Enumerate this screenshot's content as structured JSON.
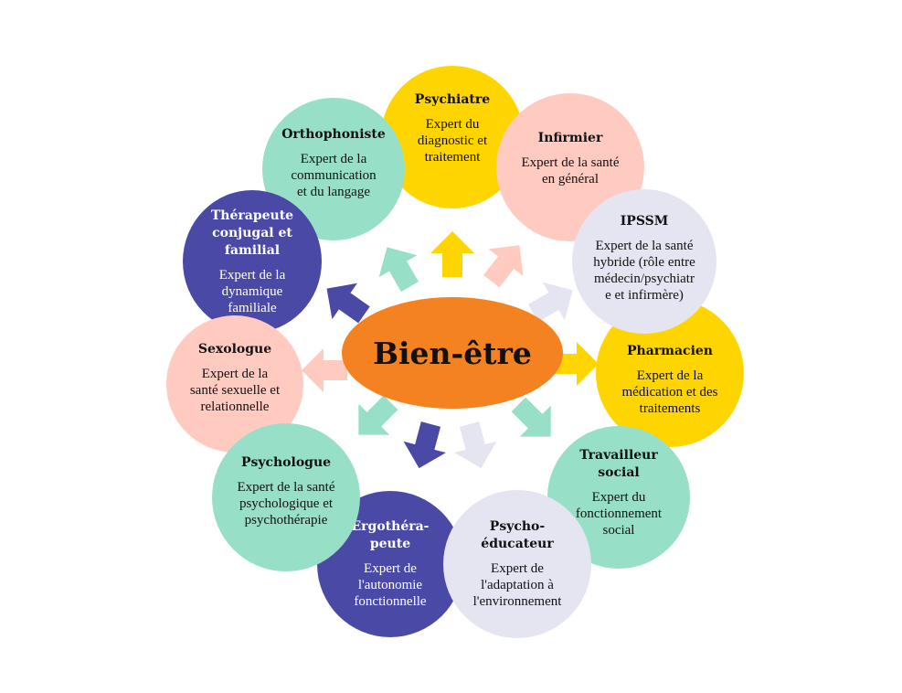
{
  "center": {
    "label": "Bien-être",
    "color": "#F58220"
  },
  "colors": {
    "yellow": "#FFD500",
    "pink": "#FFCBC1",
    "lavender": "#E5E5F2",
    "mint": "#97DFC6",
    "indigo": "#4A4AA6"
  },
  "professionals": [
    {
      "title": "Psychiatre",
      "description": "Expert du\ndiagnostic et\ntraitement"
    },
    {
      "title": "Infirmier",
      "description": "Expert de la santé\nen général"
    },
    {
      "title": "IPSSM",
      "description": "Expert de la santé\nhybride (rôle entre\nmédecin/psychiatr\ne et infirmère)"
    },
    {
      "title": "Pharmacien",
      "description": "Expert de la\nmédication et des\ntraitements"
    },
    {
      "title": "Travailleur\nsocial",
      "description": "Expert du\nfonctionnement\nsocial"
    },
    {
      "title": "Psycho-\néducateur",
      "description": "Expert de\nl'adaptation à\nl'environnement"
    },
    {
      "title": "Ergothéra-\npeute",
      "description": "Expert de\nl'autonomie\nfonctionnelle"
    },
    {
      "title": "Psychologue",
      "description": "Expert de la santé\npsychologique et\npsychothérapie"
    },
    {
      "title": "Sexologue",
      "description": "Expert de la\nsanté sexuelle et\nrelationnelle"
    },
    {
      "title": "Thérapeute\nconjugal et\nfamilial",
      "description": "Expert de la\ndynamique\nfamiliale"
    },
    {
      "title": "Orthophoniste",
      "description": "Expert de la\ncommunication\net du langage"
    }
  ]
}
